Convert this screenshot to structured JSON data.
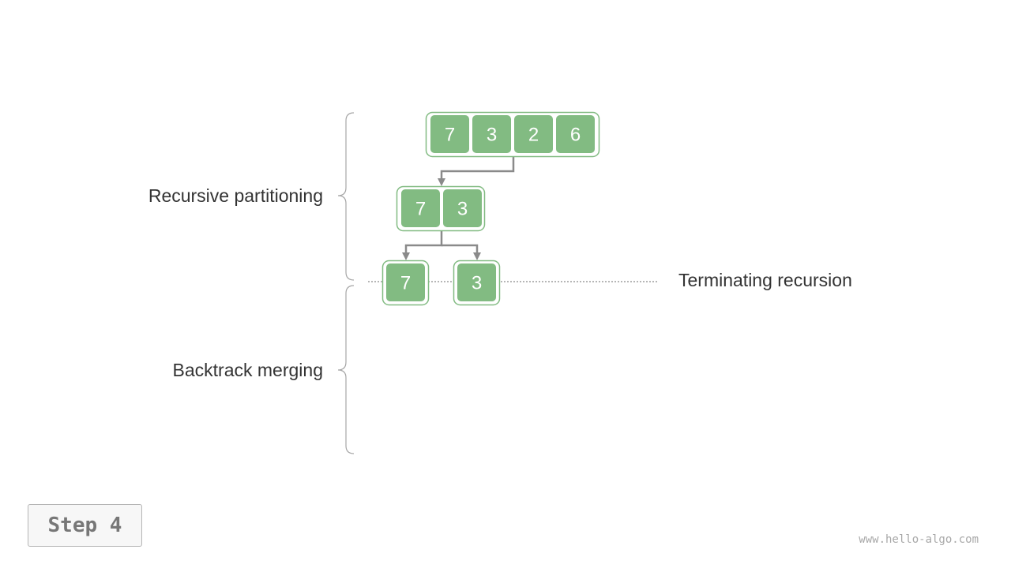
{
  "labels": {
    "partitioning": "Recursive partitioning",
    "merging": "Backtrack merging",
    "terminating": "Terminating recursion"
  },
  "step": "Step 4",
  "watermark": "www.hello-algo.com",
  "arrays": {
    "level0": [
      "7",
      "3",
      "2",
      "6"
    ],
    "level1": [
      "7",
      "3"
    ],
    "level2_left": [
      "7"
    ],
    "level2_right": [
      "3"
    ]
  },
  "colors": {
    "cell_fill": "#82bb82",
    "group_border": "#82bb82",
    "arrow": "#8a8a8a",
    "text": "#333333"
  }
}
